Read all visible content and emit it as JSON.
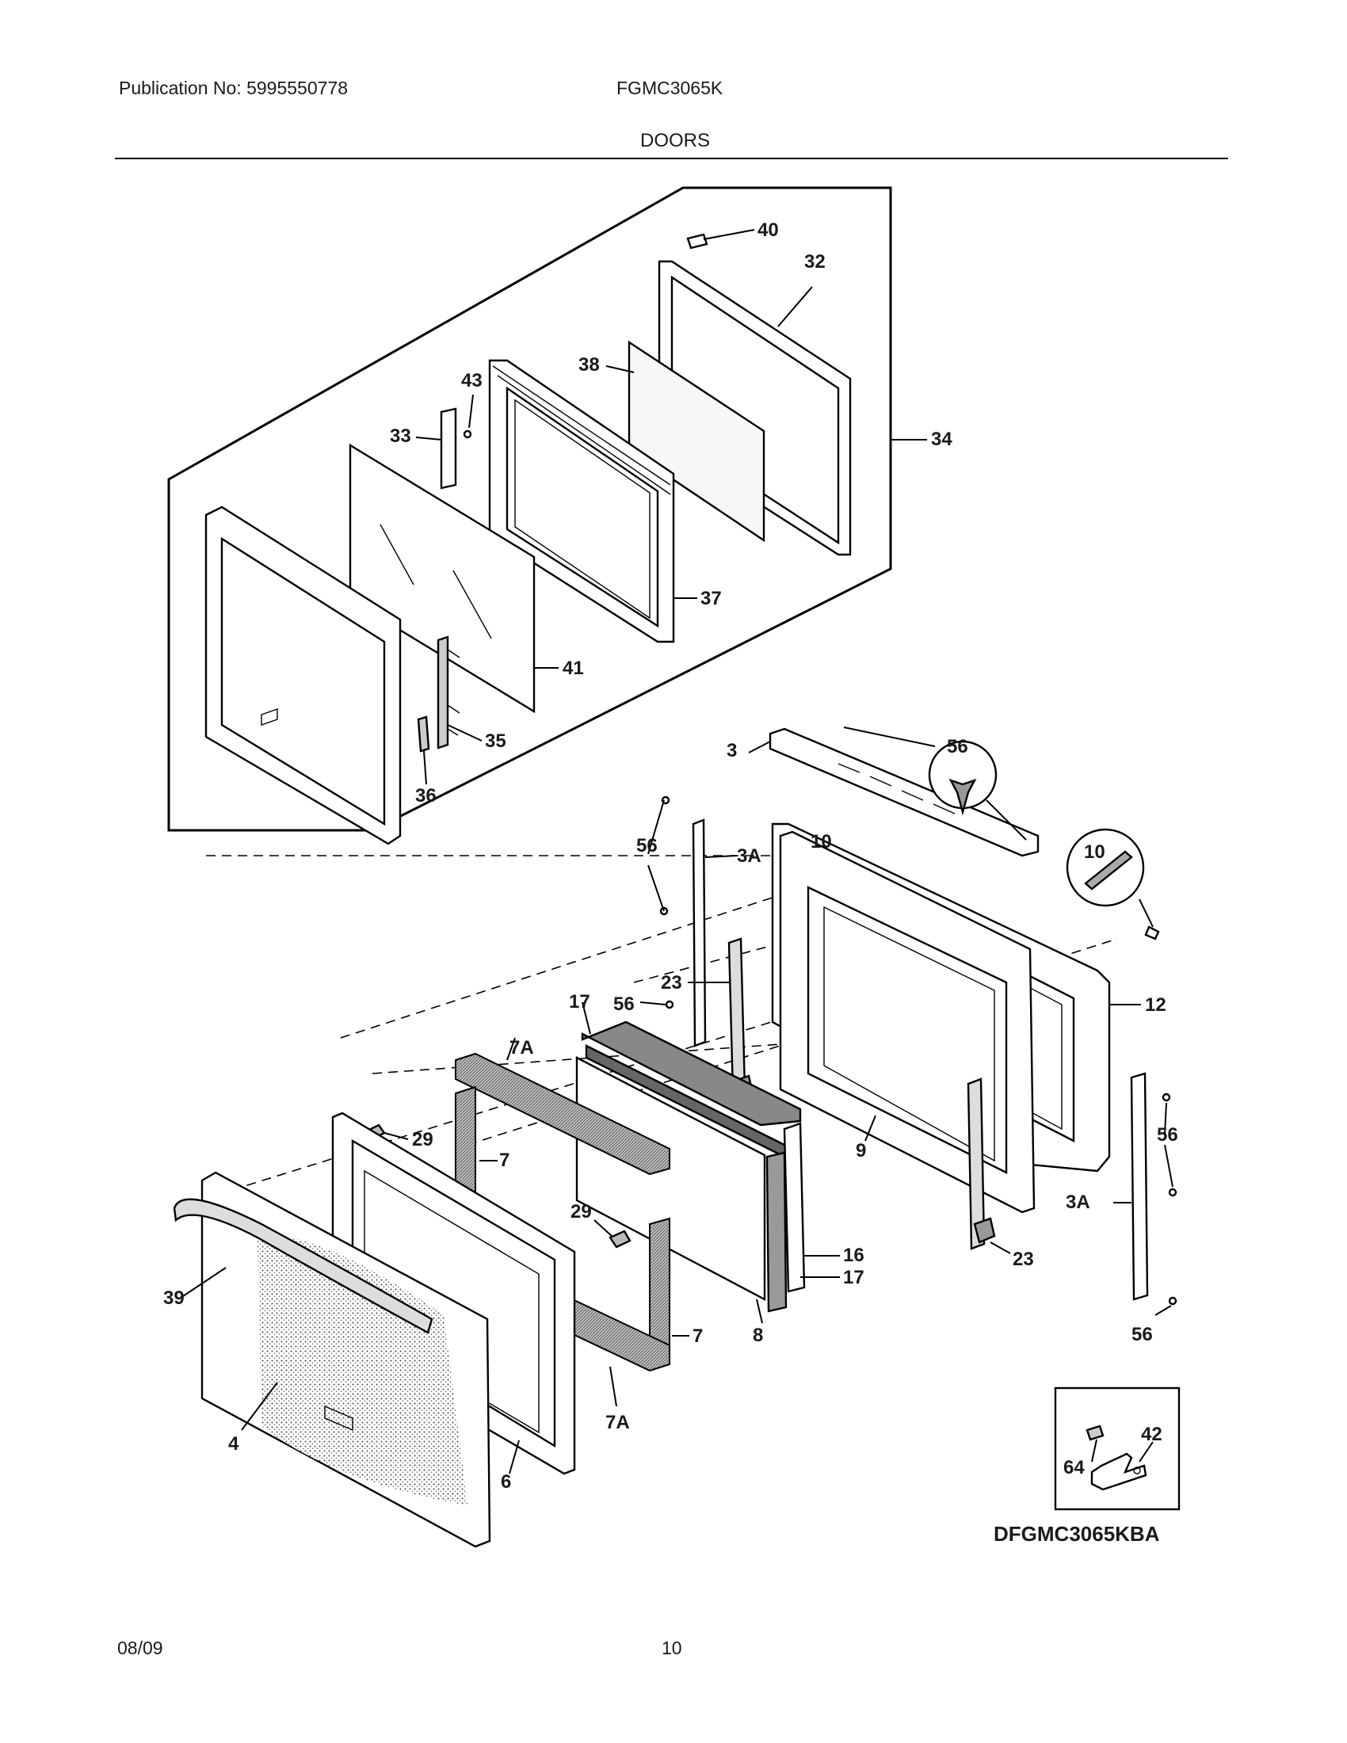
{
  "header": {
    "publication": "Publication No: 5995550778",
    "model": "FGMC3065K",
    "section": "DOORS"
  },
  "footer": {
    "date": "08/09",
    "page": "10"
  },
  "diagram_id": "DFGMC3065KBA",
  "callouts": {
    "c40": "40",
    "c32": "32",
    "c38": "38",
    "c43": "43",
    "c33": "33",
    "c34": "34",
    "c37": "37",
    "c41": "41",
    "c35": "35",
    "c36": "36",
    "c3": "3",
    "c56a": "56",
    "c10a": "10",
    "c56b": "56",
    "c3Aa": "3A",
    "c10b": "10",
    "c23a": "23",
    "c12": "12",
    "c17a": "17",
    "c56c": "56",
    "c7Aa": "7A",
    "c29a": "29",
    "c7a": "7",
    "c9": "9",
    "c56d": "56",
    "c29b": "29",
    "c3Ab": "3A",
    "c16": "16",
    "c17b": "17",
    "c23b": "23",
    "c39": "39",
    "c8": "8",
    "c7b": "7",
    "c56e": "56",
    "c7Ab": "7A",
    "c4": "4",
    "c6": "6",
    "c42": "42",
    "c64": "64"
  }
}
